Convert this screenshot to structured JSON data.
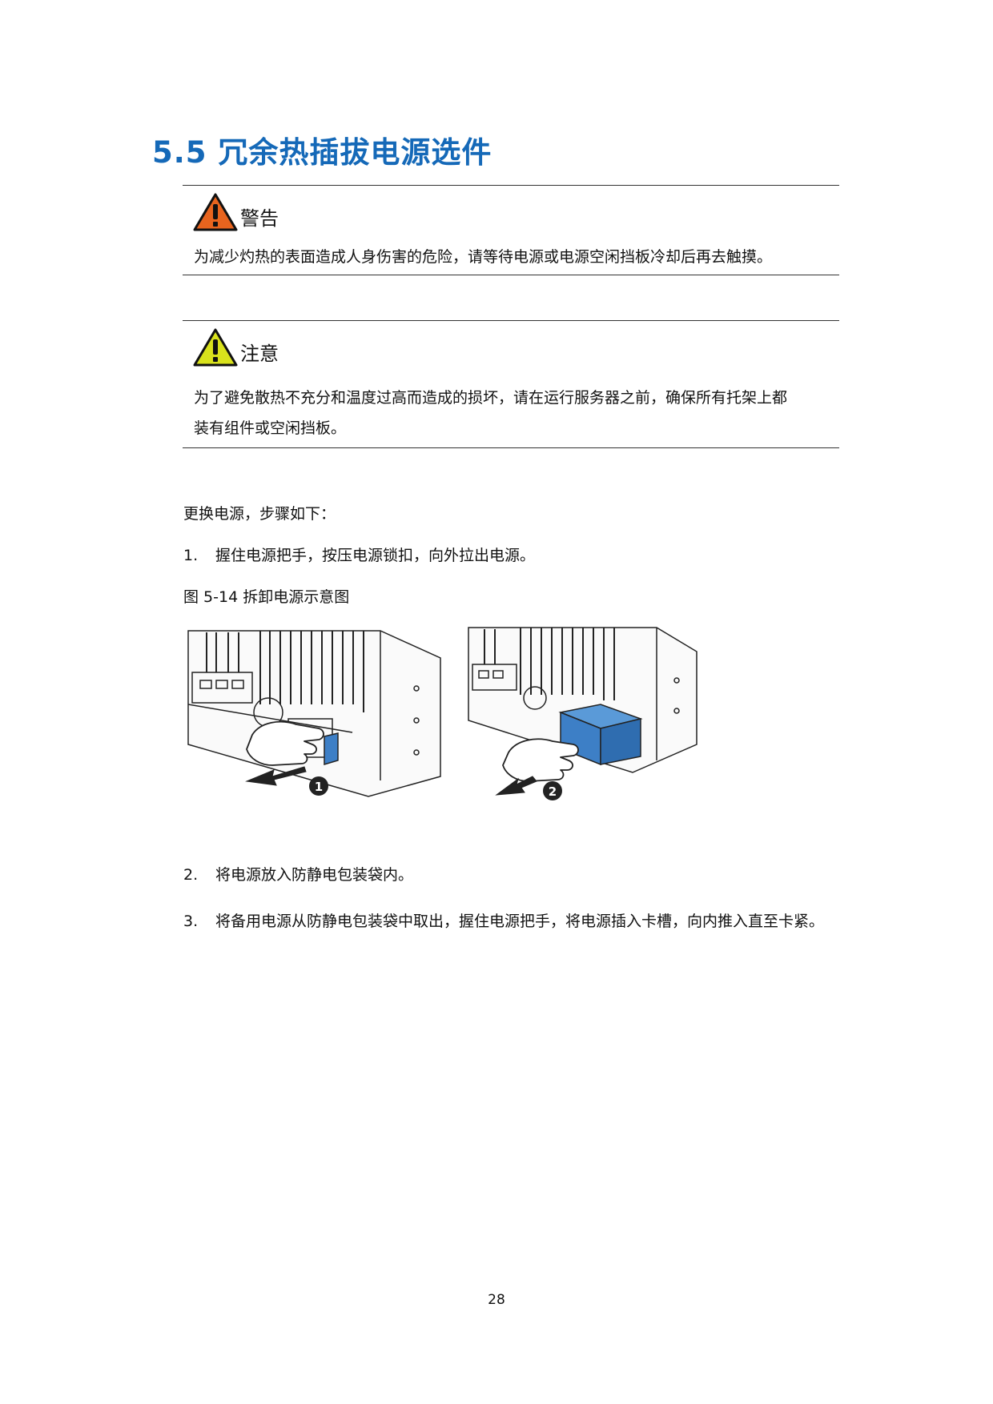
{
  "section": {
    "title": "5.5 冗余热插拔电源选件"
  },
  "warning": {
    "label": "警告",
    "text": "为减少灼热的表面造成人身伤害的危险，请等待电源或电源空闲挡板冷却后再去触摸。",
    "color": "#e8641e"
  },
  "caution": {
    "label": "注意",
    "text_line1": "为了避免散热不充分和温度过高而造成的损坏，请在运行服务器之前，确保所有托架上都",
    "text_line2": "装有组件或空闲挡板。",
    "color": "#d9e21c"
  },
  "intro": "更换电源，步骤如下：",
  "steps": [
    {
      "num": "1.",
      "text": "握住电源把手，按压电源锁扣，向外拉出电源。"
    },
    {
      "num": "2.",
      "text": "将电源放入防静电包装袋内。"
    },
    {
      "num": "3.",
      "text": "将备用电源从防静电包装袋中取出，握住电源把手，将电源插入卡槽，向内推入直至卡紧。"
    }
  ],
  "figure": {
    "caption": "图 5-14  拆卸电源示意图",
    "callout_1": "1",
    "callout_2": "2",
    "psu_color": "#3d7fc6"
  },
  "page_number": "28"
}
